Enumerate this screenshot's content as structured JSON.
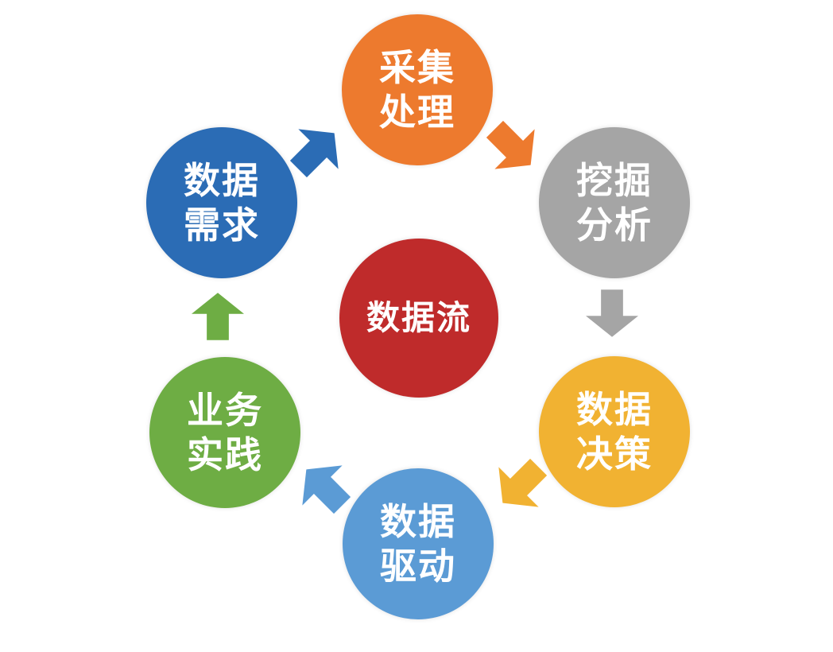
{
  "diagram": {
    "background_color": "#ffffff",
    "label_text_color": "#ffffff",
    "center_node": {
      "id": "data-flow",
      "label": "数据流",
      "color": "#bf2b2b"
    },
    "nodes": [
      {
        "id": "collect-process",
        "line1": "采集",
        "line2": "处理",
        "color": "#ed7a2e"
      },
      {
        "id": "mine-analyze",
        "line1": "挖掘",
        "line2": "分析",
        "color": "#a5a5a5"
      },
      {
        "id": "data-decision",
        "line1": "数据",
        "line2": "决策",
        "color": "#f1b232"
      },
      {
        "id": "data-driven",
        "line1": "数据",
        "line2": "驱动",
        "color": "#5b9bd5"
      },
      {
        "id": "business-practice",
        "line1": "业务",
        "line2": "实践",
        "color": "#6ead44"
      },
      {
        "id": "data-demand",
        "line1": "数据",
        "line2": "需求",
        "color": "#2b6cb5"
      }
    ],
    "arrows": [
      {
        "id": "arrow-collect-to-mine",
        "direction": "southeast",
        "color": "#ed7a2e"
      },
      {
        "id": "arrow-mine-to-decision",
        "direction": "south",
        "color": "#a5a5a5"
      },
      {
        "id": "arrow-decision-to-driven",
        "direction": "southwest",
        "color": "#f1b232"
      },
      {
        "id": "arrow-driven-to-practice",
        "direction": "northwest",
        "color": "#5b9bd5"
      },
      {
        "id": "arrow-practice-to-demand",
        "direction": "north",
        "color": "#6ead44"
      },
      {
        "id": "arrow-demand-to-collect",
        "direction": "northeast",
        "color": "#2b6cb5"
      }
    ]
  }
}
